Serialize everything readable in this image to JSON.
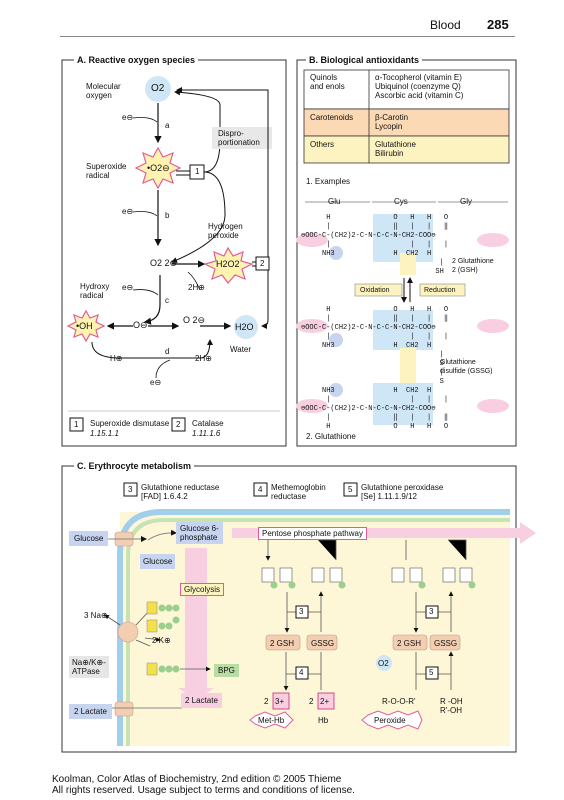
{
  "header": {
    "section": "Blood",
    "page": "285"
  },
  "panelA": {
    "title": "A. Reactive oxygen species",
    "molecular_oxygen": "Molecular\noxygen",
    "o2": "O2",
    "step_a": "a",
    "step_b": "b",
    "step_c": "c",
    "step_d": "d",
    "electron": "e⊖",
    "superoxide_radical": "Superoxide\nradical",
    "superoxide": "•O2⊖",
    "disproportionation": "Dispro-\nportionation",
    "hydrogen_peroxide": "Hydrogen\nperoxide",
    "o2_2minus": "O2 2⊖",
    "h2o2": "H2O2",
    "two_h": "2H⊕",
    "hydroxy_radical": "Hydroxy\nradical",
    "oh": "•OH",
    "o_minus": "O⊖",
    "o_2minus": "O 2⊖",
    "h2o": "H2O",
    "water": "Water",
    "h_plus": "H⊕",
    "two_h_bottom": "2H⊕",
    "enzyme1_num": "1",
    "enzyme2_num": "2",
    "legend1_name": "Superoxide dismutase",
    "legend1_ec": "1.15.1.1",
    "legend2_name": "Catalase",
    "legend2_ec": "1.11.1.6"
  },
  "panelB": {
    "title": "B. Biological antioxidants",
    "rows": [
      {
        "group": "Quinols\nand enols",
        "items": "α-Tocopherol (vitamin E)\nUbiquinol (coenzyme Q)\nAscorbic acid (vitamin C)",
        "color": "#ffffff"
      },
      {
        "group": "Carotenoids",
        "items": "β-Carotin\nLycopin",
        "color": "#fbd9b4"
      },
      {
        "group": "Others",
        "items": "Glutathione\nBilirubin",
        "color": "#fdf3c0"
      }
    ],
    "examples_label": "1. Examples",
    "glu": "Glu",
    "cys": "Cys",
    "gly": "Gly",
    "gsh_label": "2 Glutathione\n2 (GSH)",
    "oxidation": "Oxidation",
    "reduction": "Reduction",
    "gssg_label": "Glutathione\ndisulfide (GSSG)",
    "glutathione_label": "2. Glutathione"
  },
  "panelC": {
    "title": "C. Erythrocyte metabolism",
    "enzyme3_num": "3",
    "enzyme3": "Glutathione reductase\n[FAD] 1.6.4.2",
    "enzyme4_num": "4",
    "enzyme4": "Methemoglobin\nreductase",
    "enzyme5_num": "5",
    "enzyme5": "Glutathione peroxidase\n[Se] 1.11.1.9/12",
    "glucose_out": "Glucose",
    "glucose_in": "Glucose",
    "g6p": "Glucose 6-\nphosphate",
    "ppp": "Pentose phosphate pathway",
    "glycolysis": "Glycolysis",
    "na": "3 Na⊕",
    "k": "2 K⊕",
    "atpase": "Na⊕/K⊕-\nATPase",
    "bpg": "BPG",
    "lactate_in": "2 Lactate",
    "lactate_out": "2 Lactate",
    "gsh": "2 GSH",
    "gssg": "GSSG",
    "gsh2": "2 GSH",
    "gssg2": "GSSG",
    "o2": "O2",
    "fe3": "3+",
    "fe2": "2+",
    "methb": "Met-Hb",
    "hb": "Hb",
    "roor": "R-O-O-R'",
    "peroxide": "Peroxide",
    "roh": "R -OH\nR'-OH",
    "two": "2"
  },
  "footer": {
    "line1": "Koolman, Color Atlas of Biochemistry, 2nd edition © 2005 Thieme",
    "line2": "All rights reserved. Usage subject to terms and conditions of license."
  }
}
